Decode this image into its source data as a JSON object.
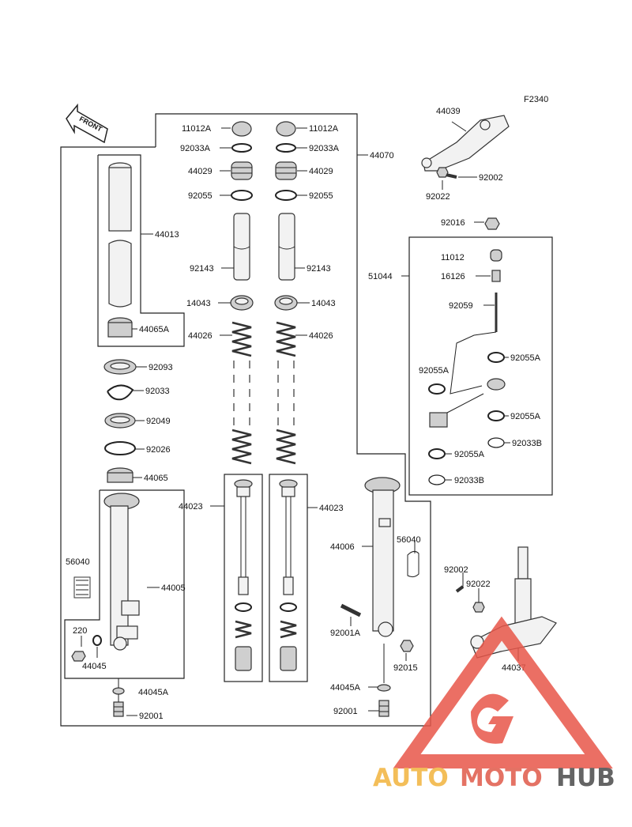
{
  "figure_code": "F2340",
  "front_label": "FRONT",
  "watermark": {
    "part1": "AUTO",
    "part2": "MOTO",
    "part3": "HUB",
    "colors": {
      "auto": "#f2b33d",
      "moto": "#e05a4a",
      "hub": "#4a4a4a",
      "triangle": "#e8574a"
    }
  },
  "labels": {
    "p11012A_l": "11012A",
    "p11012A_r": "11012A",
    "p92033A_l": "92033A",
    "p92033A_r": "92033A",
    "p44029_l": "44029",
    "p44029_r": "44029",
    "p92055_l": "92055",
    "p92055_r": "92055",
    "p92143_l": "92143",
    "p92143_r": "92143",
    "p14043_l": "14043",
    "p14043_r": "14043",
    "p44026_l": "44026",
    "p44026_r": "44026",
    "p44070": "44070",
    "p44013": "44013",
    "p44065A": "44065A",
    "p92093": "92093",
    "p92033": "92033",
    "p92049": "92049",
    "p92026": "92026",
    "p44065": "44065",
    "p44023_l": "44023",
    "p44023_r": "44023",
    "p56040_l": "56040",
    "p56040_r": "56040",
    "p44005": "44005",
    "p44006": "44006",
    "p220": "220",
    "p44045": "44045",
    "p44045A_l": "44045A",
    "p44045A_r": "44045A",
    "p92001_l": "92001",
    "p92001_r": "92001",
    "p92001A": "92001A",
    "p92015": "92015",
    "p44039": "44039",
    "p92002_t": "92002",
    "p92022_t": "92022",
    "p92016": "92016",
    "p51044": "51044",
    "p11012": "11012",
    "p16126": "16126",
    "p92059": "92059",
    "p92055A_1": "92055A",
    "p92055A_2": "92055A",
    "p92055A_3": "92055A",
    "p92055A_4": "92055A",
    "p92033B_1": "92033B",
    "p92033B_2": "92033B",
    "p92002_b": "92002",
    "p92022_b": "92022",
    "p44037": "44037"
  }
}
